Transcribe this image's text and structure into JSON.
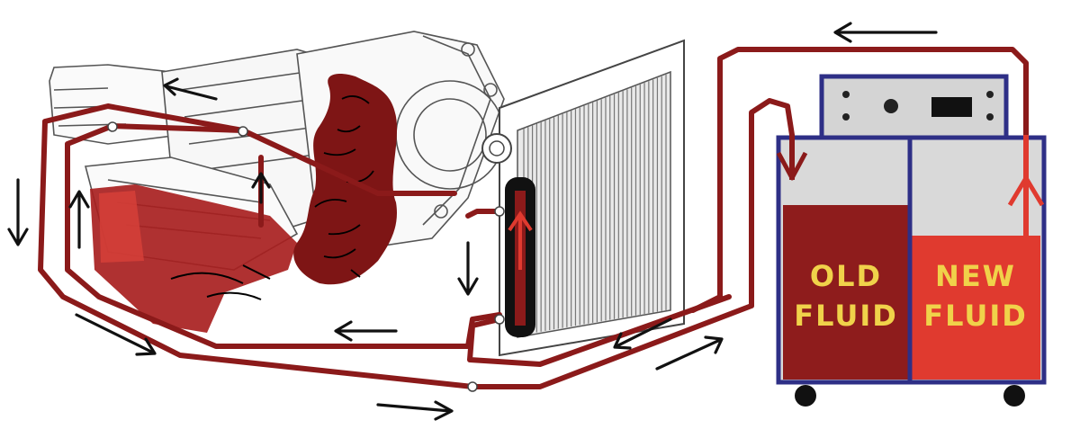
{
  "machine": {
    "old_fluid": {
      "line1": "OLD",
      "line2": "FLUID"
    },
    "new_fluid": {
      "line1": "NEW",
      "line2": "FLUID"
    }
  },
  "colors": {
    "fluid_line": "#8b1a1a",
    "old_fluid": "#8e1c1c",
    "new_fluid": "#e03a2f",
    "machine_frame": "#2e2f86",
    "label_text": "#f0d24a",
    "arrow": "#111111"
  }
}
